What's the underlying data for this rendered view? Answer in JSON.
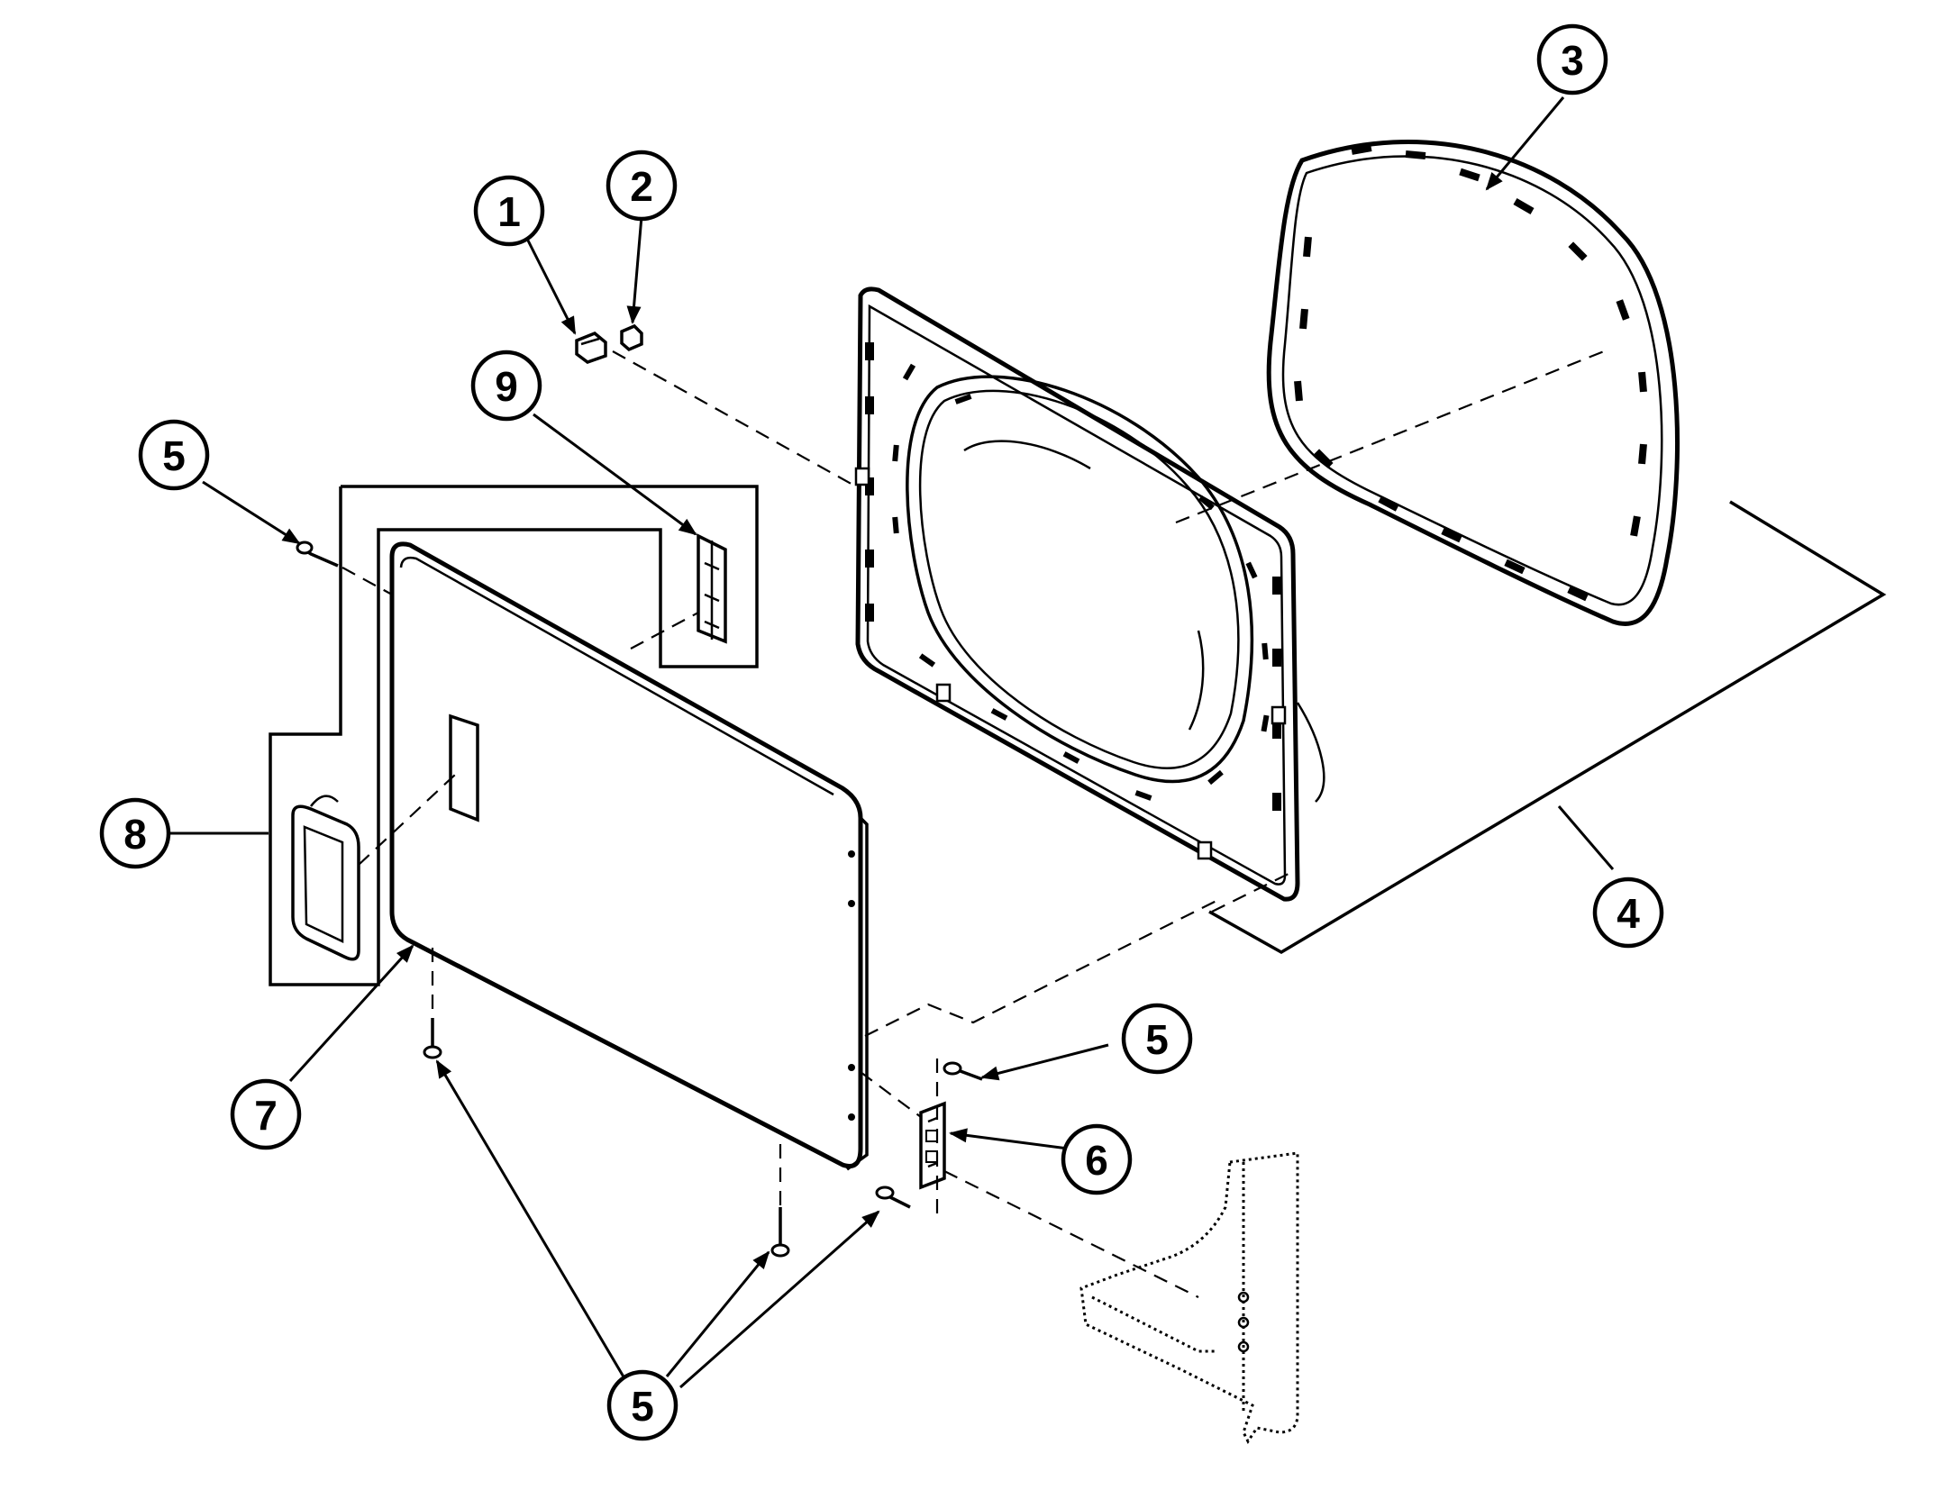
{
  "callouts": [
    {
      "id": "c1",
      "label": "1"
    },
    {
      "id": "c2",
      "label": "2"
    },
    {
      "id": "c3",
      "label": "3"
    },
    {
      "id": "c4",
      "label": "4"
    },
    {
      "id": "c5a",
      "label": "5"
    },
    {
      "id": "c5b",
      "label": "5"
    },
    {
      "id": "c5c",
      "label": "5"
    },
    {
      "id": "c6",
      "label": "6"
    },
    {
      "id": "c7",
      "label": "7"
    },
    {
      "id": "c8",
      "label": "8"
    },
    {
      "id": "c9",
      "label": "9"
    }
  ]
}
